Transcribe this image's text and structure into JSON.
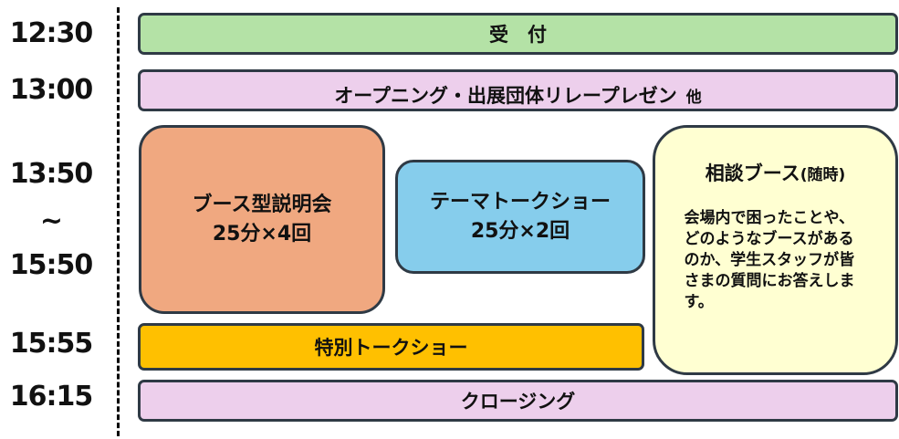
{
  "times": {
    "t1230": "12:30",
    "t1300": "13:00",
    "t1350": "13:50",
    "tilde": "~",
    "t1550": "15:50",
    "t1555": "15:55",
    "t1615": "16:15"
  },
  "bars": {
    "reception": "受　付",
    "opening_main": "オープニング・出展団体リレープレゼン",
    "opening_suffix": "他",
    "special_talk": "特別トークショー",
    "closing": "クロージング"
  },
  "blocks": {
    "booth_title": "ブース型説明会",
    "booth_sub": "25分×4回",
    "theme_title": "テーマトークショー",
    "theme_sub": "25分×2回",
    "consult_title": "相談ブース",
    "consult_title_suffix": "(随時)",
    "consult_desc": "会場内で困ったことや、どのようなブースがあるのか、学生スタッフが皆さまの質問にお答えします。"
  },
  "colors": {
    "green": "#b4e2a6",
    "pink": "#edcfec",
    "orange": "#f0a880",
    "blue": "#86cdec",
    "yellow": "#ffffd2",
    "gold": "#ffc000",
    "border": "#2f3a45"
  }
}
